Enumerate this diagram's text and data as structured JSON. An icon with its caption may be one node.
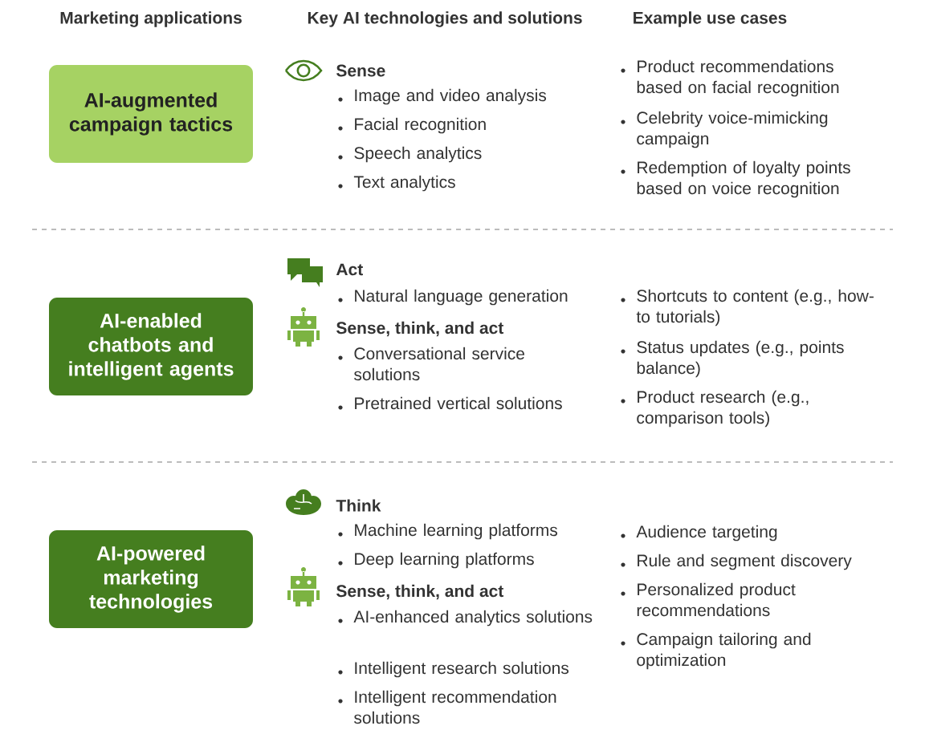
{
  "diagram": {
    "nodes": [
      {
        "text": [
          "AI-augmented campaign tactics"
        ]
      },
      {
        "text": [
          "AI-enabled chatbots and intelligent agents"
        ]
      },
      {
        "text": [
          "AI-powered marketing technologies"
        ]
      }
    ],
    "labels": [
      "Marketing applications",
      "Key AI technologies and solutions",
      "Example use cases",
      "Sense",
      "Image and video analysis",
      "Facial recognition",
      "Speech analytics",
      "Text analytics",
      "Product recommendations based on facial recognition",
      "Celebrity voice-mimicking campaign",
      "Redemption of loyalty points based on voice recognition",
      "Act",
      "Natural language generation",
      "Sense, think, and act",
      "Conversational service solutions",
      "Pretrained vertical solutions",
      "Shortcuts to content (e.g., how-to tutorials)",
      "Status updates (e.g., points balance)",
      "Product research (e.g., comparison tools)",
      "Think",
      "Machine learning platforms",
      "Deep learning platforms",
      "Sense, think, and act",
      "AI-enhanced analytics solutions",
      "Intelligent research solutions",
      "Intelligent recommendation solutions",
      "Audience targeting",
      "Rule and segment discovery",
      "Personalized product recommendations",
      "Campaign tailoring and optimization"
    ]
  }
}
